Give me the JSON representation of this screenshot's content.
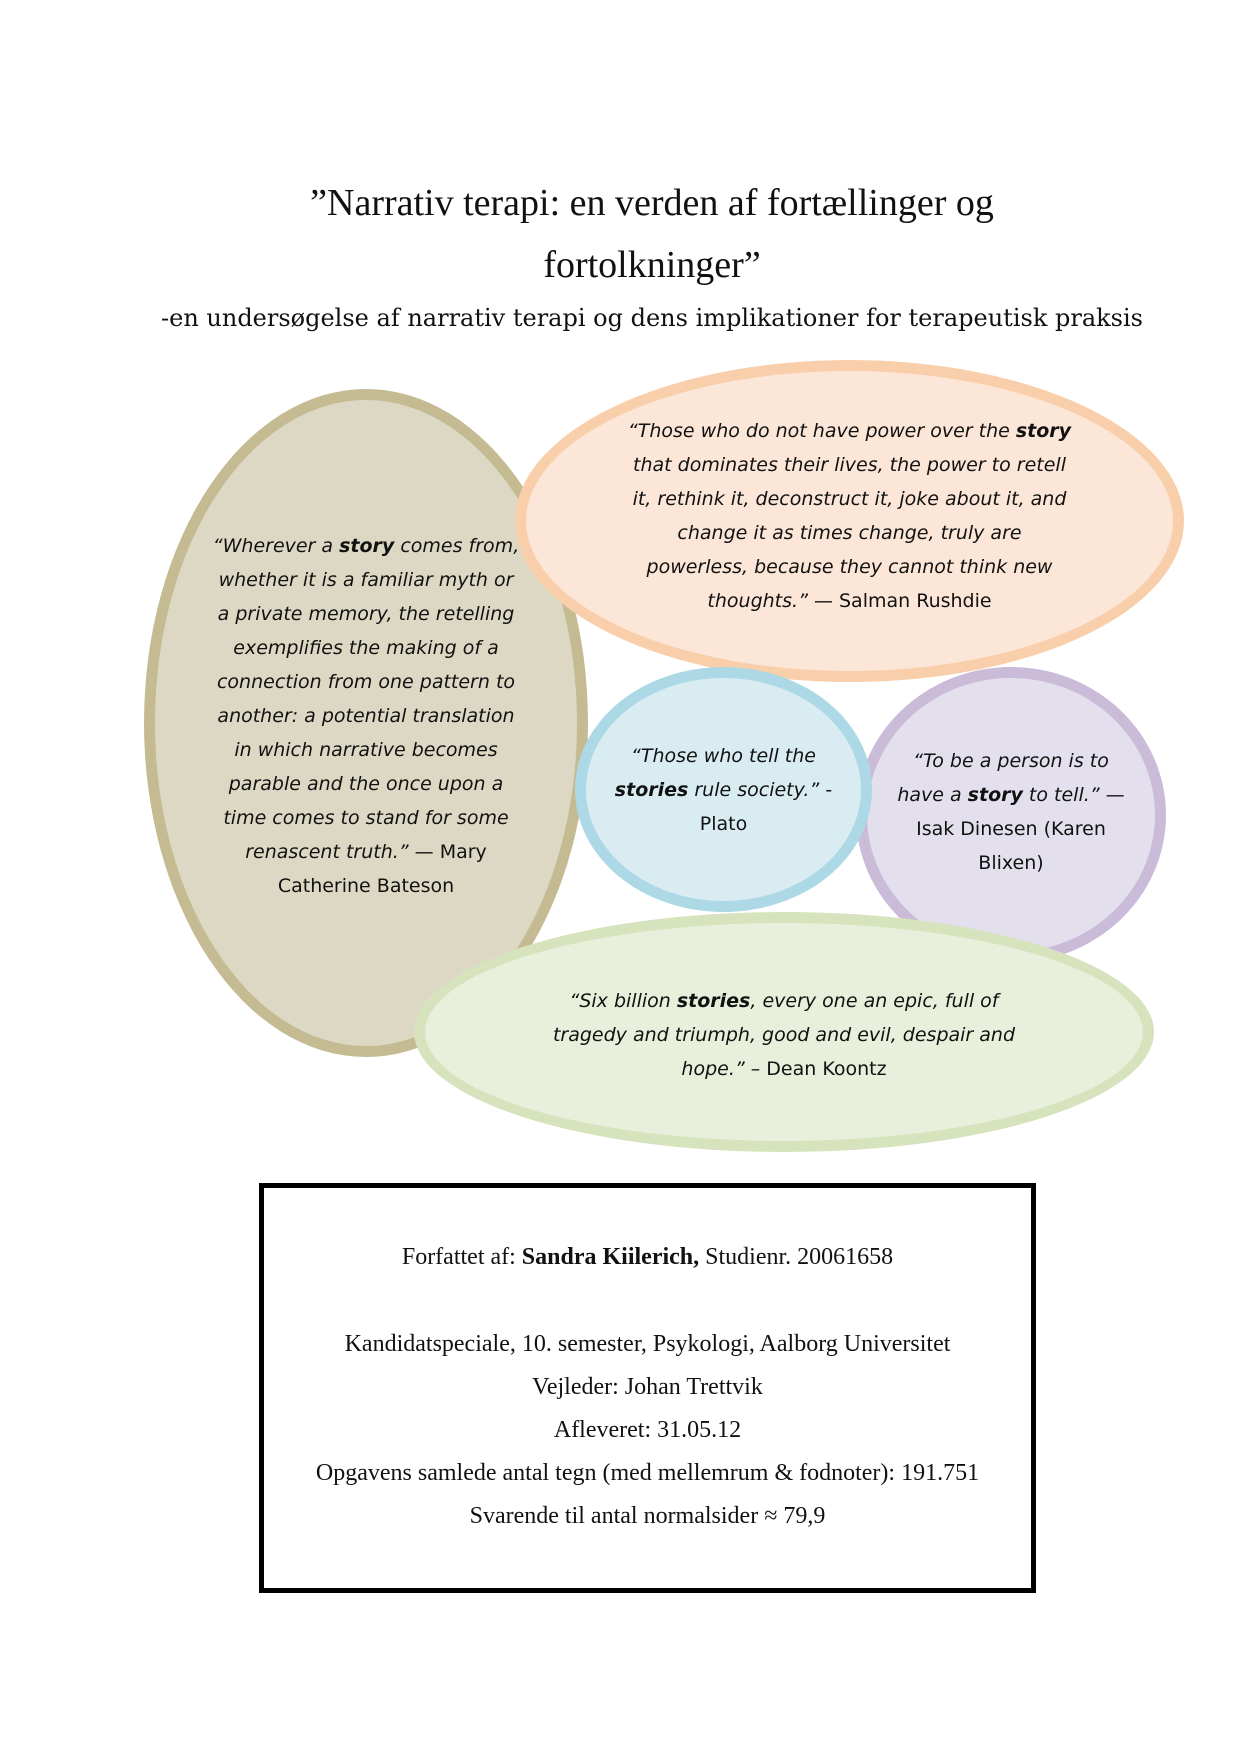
{
  "title": {
    "line1": "”Narrativ terapi: en verden af fortællinger og",
    "line2": "fortolkninger”"
  },
  "subtitle": "-en undersøgelse af narrativ terapi og dens implikationer for terapeutisk praksis",
  "quotes": {
    "bateson": {
      "open": "“Wherever a ",
      "keyword": "story",
      "rest": " comes from, whether it is a familiar myth or a private memory, the retelling exemplifies the making of a connection from one pattern to another: a potential translation in which narrative becomes parable and the once upon a time comes to stand for some renascent truth.”",
      "attribution": " — Mary Catherine Bateson"
    },
    "rushdie": {
      "open": "“Those who do not have power over the ",
      "keyword": "story",
      "rest": " that dominates their lives, the power to retell it, rethink it, deconstruct it, joke about it, and change it as times change, truly are powerless, because they cannot think new thoughts.”",
      "attribution": " — Salman Rushdie"
    },
    "plato": {
      "open": "“Those who tell the ",
      "keyword": "stories",
      "rest": " rule society.”",
      "attribution": " - Plato"
    },
    "dinesen": {
      "open": "“To be a person is to have a ",
      "keyword": "story",
      "rest": " to tell.”",
      "attribution": " —Isak Dinesen (Karen Blixen)"
    },
    "koontz": {
      "open": "“Six billion ",
      "keyword": "stories",
      "rest": ", every one an epic, full of tragedy and triumph, good and evil, despair and hope.”",
      "attribution": " – Dean Koontz"
    }
  },
  "info": {
    "author_prefix": "Forfattet af: ",
    "author_name": "Sandra Kiilerich,",
    "student_no": " Studienr. 20061658",
    "program": "Kandidatspeciale, 10. semester, Psykologi, Aalborg Universitet",
    "supervisor": "Vejleder: Johan Trettvik",
    "submitted": "Afleveret: 31.05.12",
    "char_count": "Opgavens samlede antal tegn (med mellemrum & fodnoter): 191.751",
    "normal_pages": "Svarende til antal normalsider ≈ 79,9"
  },
  "colors": {
    "bateson_fill": "#ddd8c3",
    "bateson_border": "#c4bb92",
    "rushdie_fill": "#fbe6d7",
    "rushdie_border": "#f9cfab",
    "plato_fill": "#d9ecf2",
    "plato_border": "#add8e6",
    "dinesen_fill": "#e4dfec",
    "dinesen_border": "#cabbd8",
    "koontz_fill": "#e8f0dc",
    "koontz_border": "#d6e3bd"
  }
}
